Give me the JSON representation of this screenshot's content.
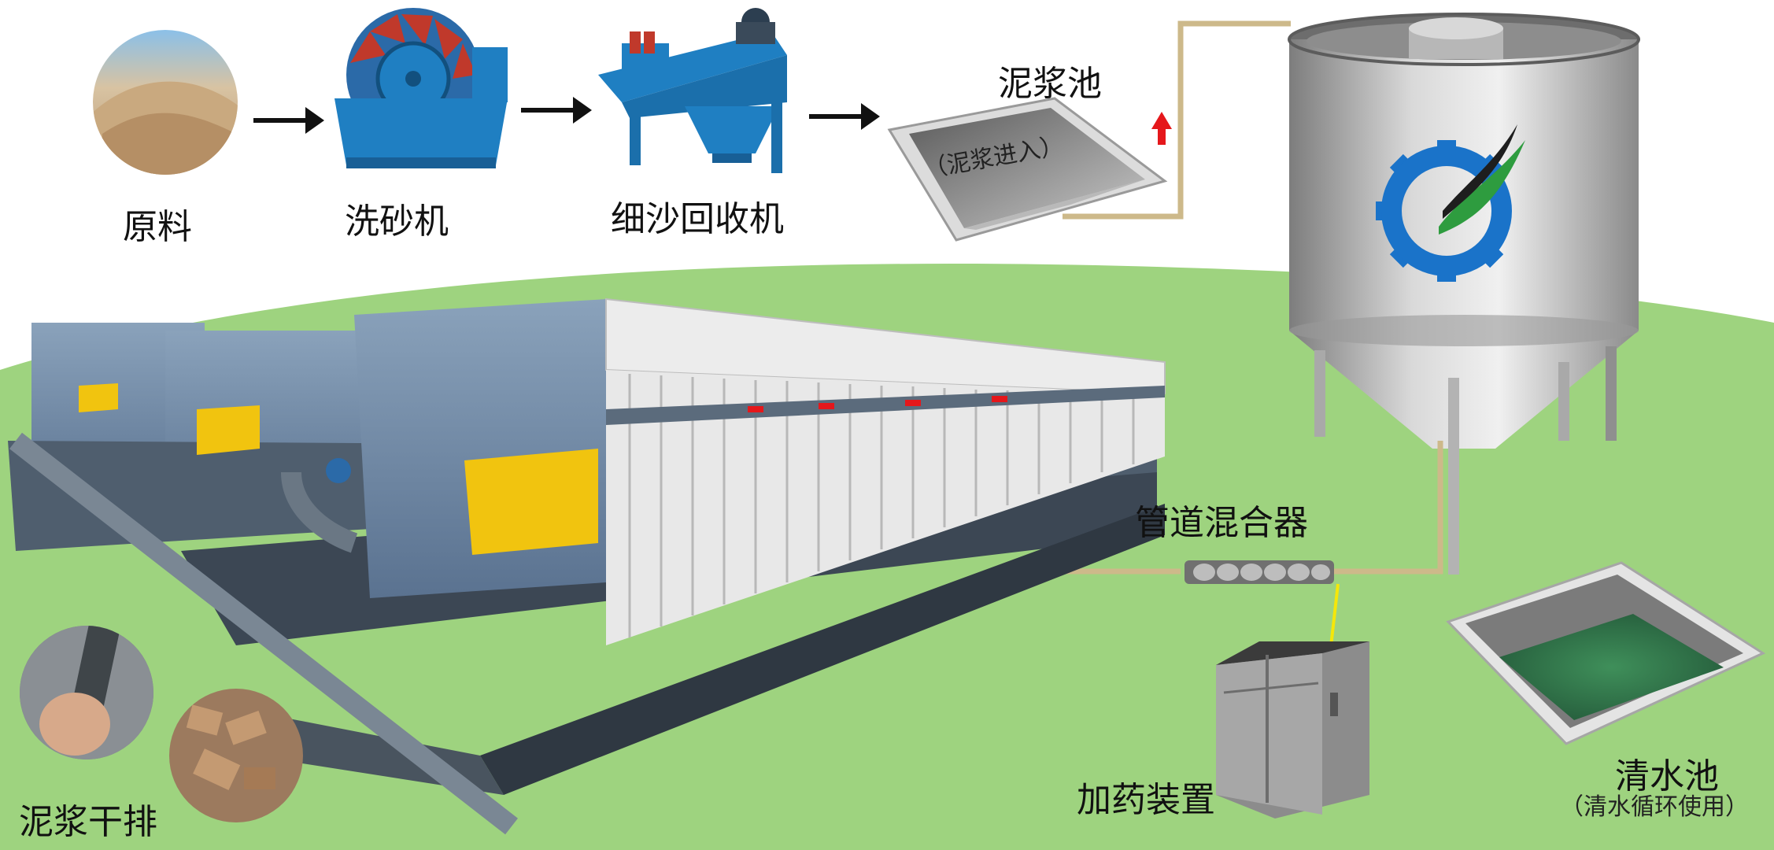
{
  "labels": {
    "raw_material": "原料",
    "sand_washer": "洗砂机",
    "fine_sand_recovery": "细沙回收机",
    "mud_pool": "泥浆池",
    "mud_inlet": "（泥浆进入）",
    "pipe_mixer": "管道混合器",
    "dosing_device": "加药装置",
    "clear_water_pool": "清水池",
    "clear_water_note": "（清水循环使用）",
    "mud_dry_discharge": "泥浆干排"
  },
  "colors": {
    "background_lawn": "#9ed37f",
    "flow_arrow": "#e5171b",
    "pipe": "#cdb98a",
    "machine_blue": "#1f7fc2",
    "filter_press_body": "#6d8aa8",
    "yellow_box": "#f1c40f",
    "logo_blue": "#1a73c9",
    "logo_green": "#2e9c3f"
  },
  "icons": {
    "flow_arrow": "right-arrow-icon",
    "logo": "gear-leaf-logo-icon"
  }
}
